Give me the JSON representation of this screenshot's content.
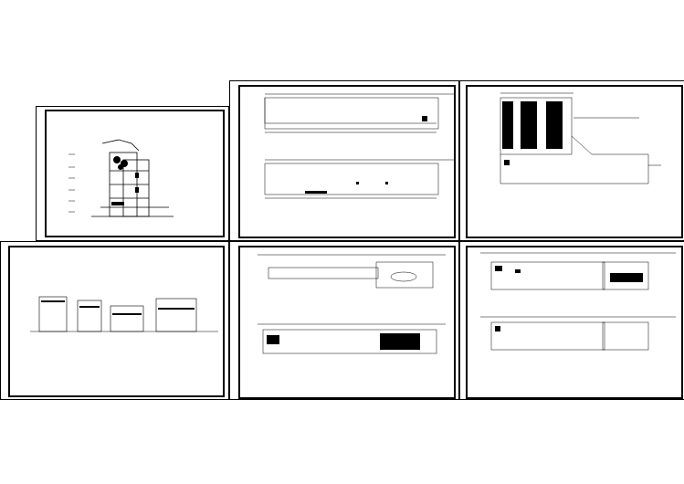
{
  "sheets": [
    {
      "id": "section",
      "caption": ""
    },
    {
      "id": "floor-plans-pair",
      "caption_top": "",
      "caption_bottom": ""
    },
    {
      "id": "site-plan",
      "caption": ""
    },
    {
      "id": "elevation",
      "caption": ""
    },
    {
      "id": "roof-plans",
      "caption_top": "",
      "caption_bottom": ""
    },
    {
      "id": "upper-floor-plans",
      "caption_top": "",
      "caption_bottom": ""
    }
  ]
}
